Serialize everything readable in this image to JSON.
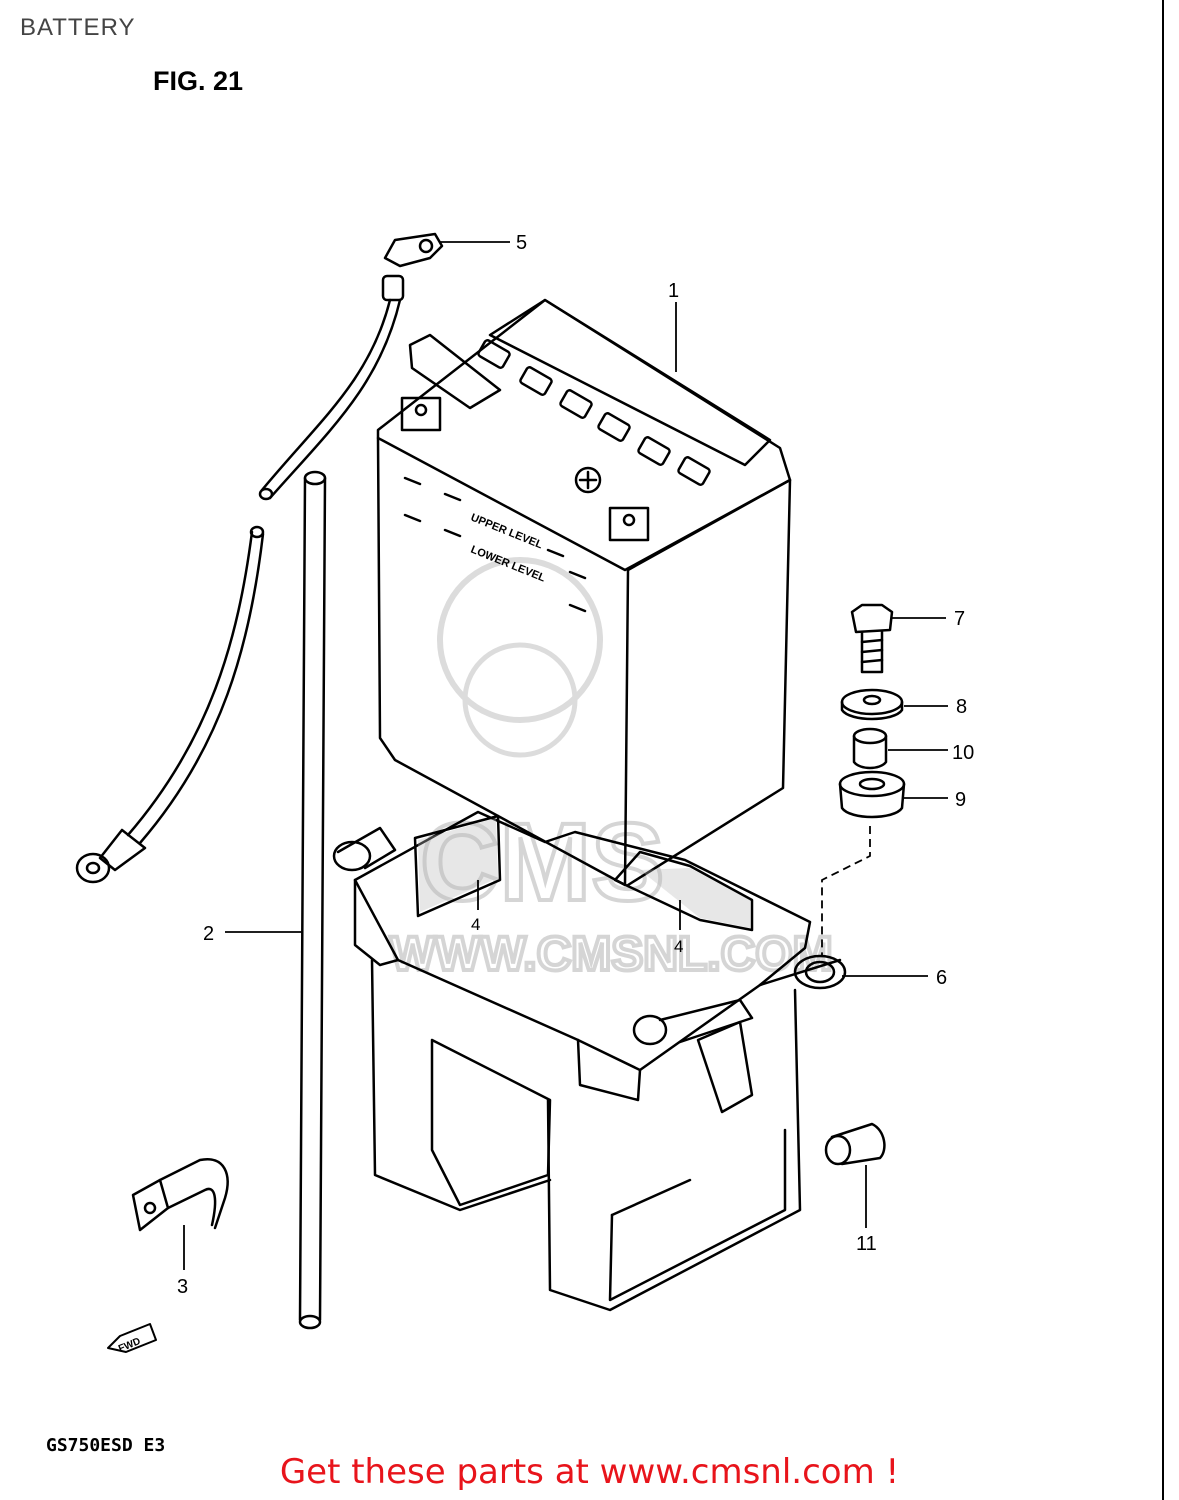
{
  "header": {
    "title": "BATTERY",
    "figure": "FIG. 21"
  },
  "battery_labels": {
    "upper": "UPPER LEVEL",
    "lower": "LOWER LEVEL"
  },
  "fwd_label": "FWD",
  "callouts": {
    "p1": "1",
    "p2": "2",
    "p3": "3",
    "p4a": "4",
    "p4b": "4",
    "p5": "5",
    "p6": "6",
    "p7": "7",
    "p8": "8",
    "p9": "9",
    "p10": "10",
    "p11": "11"
  },
  "watermark": {
    "logo": "CMS",
    "url": "WWW.CMSNL.COM"
  },
  "footer": {
    "model": "GS750ESD E3",
    "cta": "Get these parts at www.cmsnl.com !"
  },
  "colors": {
    "cta": "#e8141b",
    "watermark": "#d5d5d5"
  }
}
